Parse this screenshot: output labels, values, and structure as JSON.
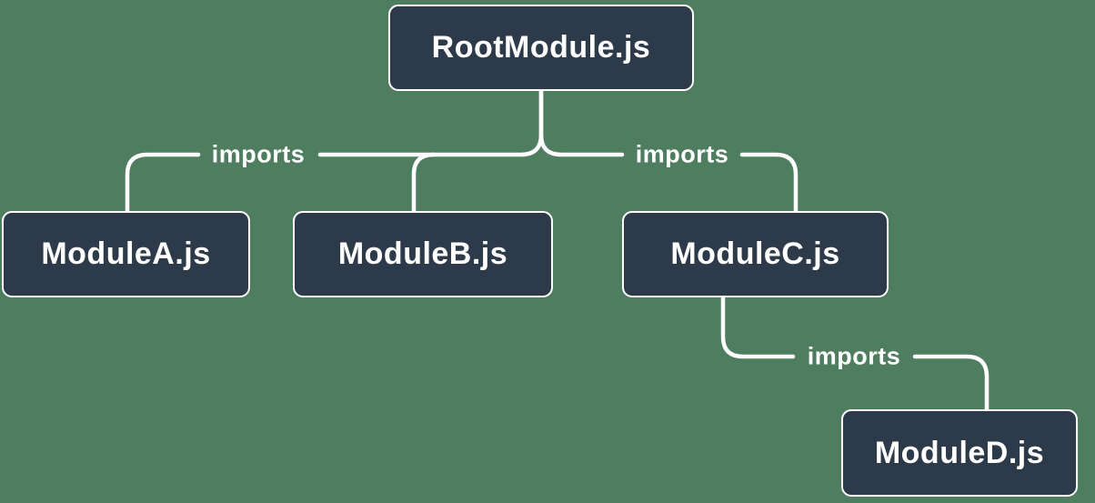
{
  "diagram": {
    "type": "module-dependency-tree",
    "colors": {
      "background": "#4e7d60",
      "node_fill": "#2d3a49",
      "line": "#ffffff",
      "text": "#ffffff"
    },
    "nodes": [
      {
        "id": "root",
        "label": "RootModule.js"
      },
      {
        "id": "moduleA",
        "label": "ModuleA.js"
      },
      {
        "id": "moduleB",
        "label": "ModuleB.js"
      },
      {
        "id": "moduleC",
        "label": "ModuleC.js"
      },
      {
        "id": "moduleD",
        "label": "ModuleD.js"
      }
    ],
    "edges": [
      {
        "from": "RootModule.js",
        "to": "ModuleA.js",
        "label": "imports"
      },
      {
        "from": "RootModule.js",
        "to": "ModuleB.js",
        "label": ""
      },
      {
        "from": "RootModule.js",
        "to": "ModuleC.js",
        "label": "imports"
      },
      {
        "from": "ModuleC.js",
        "to": "ModuleD.js",
        "label": "imports"
      }
    ]
  }
}
